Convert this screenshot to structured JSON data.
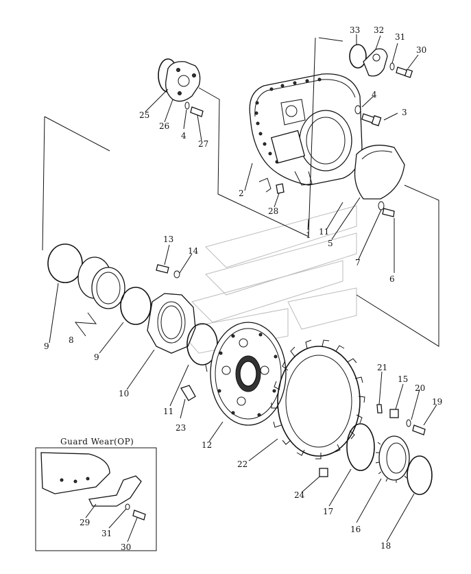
{
  "callouts": {
    "c1": "1",
    "c2": "2",
    "c3": "3",
    "c4a": "4",
    "c4b": "4",
    "c5": "5",
    "c6": "6",
    "c7": "7",
    "c8": "8",
    "c9a": "9",
    "c9b": "9",
    "c10": "10",
    "c11a": "11",
    "c11b": "11",
    "c12": "12",
    "c13": "13",
    "c14": "14",
    "c15": "15",
    "c16": "16",
    "c17": "17",
    "c18": "18",
    "c19": "19",
    "c20": "20",
    "c21": "21",
    "c22": "22",
    "c23": "23",
    "c24": "24",
    "c25": "25",
    "c26": "26",
    "c27": "27",
    "c28": "28",
    "c29": "29",
    "c30a": "30",
    "c30b": "30",
    "c31a": "31",
    "c31b": "31",
    "c32": "32",
    "c33": "33"
  },
  "inset": {
    "title": "Guard Wear(OP)"
  }
}
